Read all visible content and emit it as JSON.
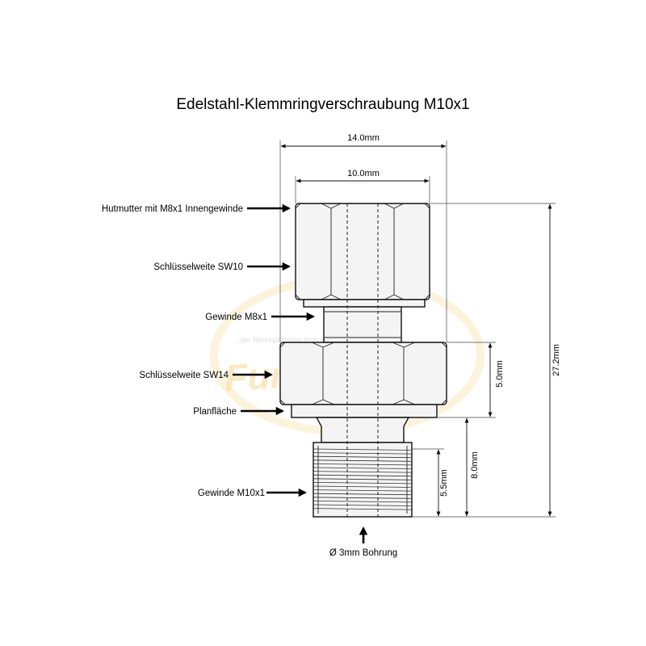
{
  "title": "Edelstahl-Klemmringverschraubung M10x1",
  "watermark": {
    "brand": "Fun-Racing",
    "tagline": "...der Rennsportshop Ihrer Wahl...",
    "color": "#f5d27a"
  },
  "callouts": {
    "hutmutter": "Hutmutter mit M8x1 Innengewinde",
    "sw10": "Schlüsselweite SW10",
    "gewinde_m8": "Gewinde M8x1",
    "sw14": "Schlüsselweite SW14",
    "planflaeche": "Planfläche",
    "gewinde_m10": "Gewinde M10x1",
    "bohrung": "Ø 3mm Bohrung"
  },
  "dimensions": {
    "overall_width": "14.0mm",
    "nut_width": "10.0mm",
    "hex_height": "5.0mm",
    "thread_section": "8.0mm",
    "thread_length": "5.5mm",
    "total_length": "27.2mm"
  }
}
